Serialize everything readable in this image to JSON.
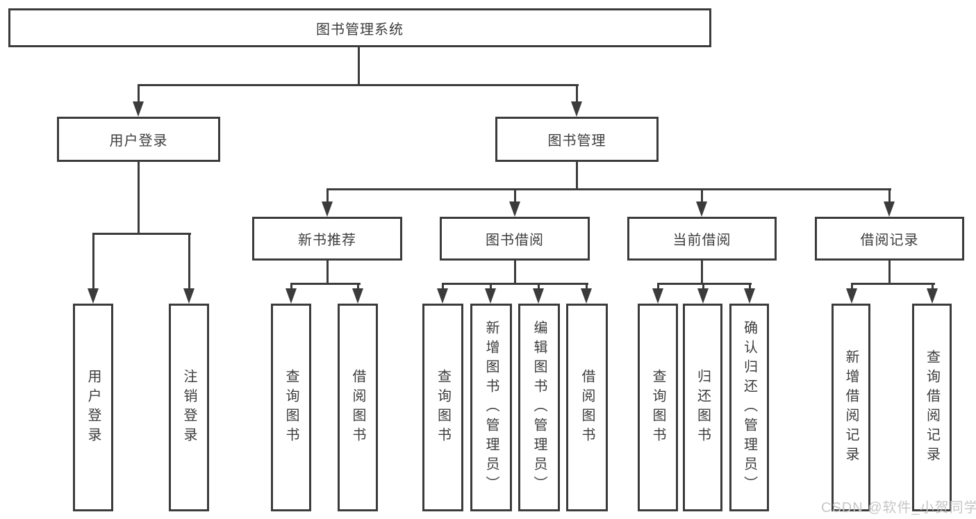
{
  "diagram_title": "图书管理系统",
  "tree": {
    "label": "图书管理系统",
    "children": [
      {
        "label": "用户登录",
        "children": [
          {
            "label": "用户登录"
          },
          {
            "label": "注销登录"
          }
        ]
      },
      {
        "label": "图书管理",
        "children": [
          {
            "label": "新书推荐",
            "children": [
              {
                "label": "查询图书"
              },
              {
                "label": "借阅图书"
              }
            ]
          },
          {
            "label": "图书借阅",
            "children": [
              {
                "label": "查询图书"
              },
              {
                "label": "新增图书（管理员）"
              },
              {
                "label": "编辑图书（管理员）"
              },
              {
                "label": "借阅图书"
              }
            ]
          },
          {
            "label": "当前借阅",
            "children": [
              {
                "label": "查询图书"
              },
              {
                "label": "归还图书"
              },
              {
                "label": "确认归还（管理员）"
              }
            ]
          },
          {
            "label": "借阅记录",
            "children": [
              {
                "label": "新增借阅记录"
              },
              {
                "label": "查询借阅记录"
              }
            ]
          }
        ]
      }
    ]
  },
  "watermark": "CSDN @软件_小贺同学",
  "colors": {
    "line": "#3b3b3b",
    "text": "#3d3d3d",
    "box_fill": "#ffffff",
    "background": "#ffffff",
    "watermark": "#c6c6c6"
  }
}
